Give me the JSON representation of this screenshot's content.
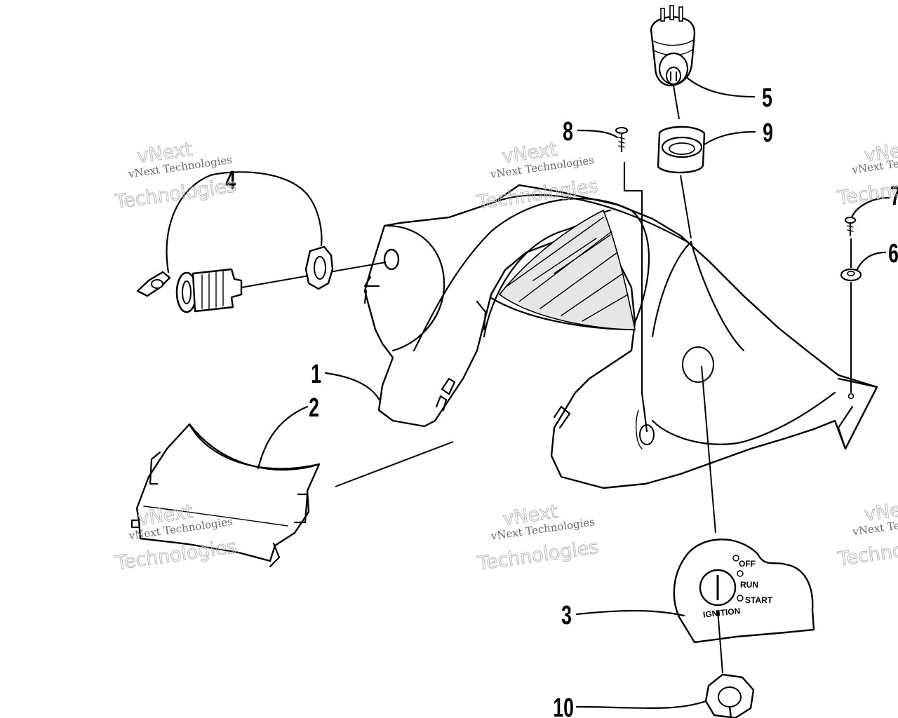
{
  "diagram": {
    "callouts": [
      {
        "id": "1",
        "label": "1"
      },
      {
        "id": "2",
        "label": "2"
      },
      {
        "id": "3",
        "label": "3"
      },
      {
        "id": "4",
        "label": "4"
      },
      {
        "id": "5",
        "label": "5"
      },
      {
        "id": "6",
        "label": "6"
      },
      {
        "id": "7",
        "label": "7"
      },
      {
        "id": "8",
        "label": "8"
      },
      {
        "id": "9",
        "label": "9"
      },
      {
        "id": "10",
        "label": "10"
      }
    ],
    "ignition_plate": {
      "off": "OFF",
      "run": "RUN",
      "start": "START",
      "ignition": "IGNITION"
    }
  },
  "watermark": {
    "small": "vNext Technologies",
    "large_top": "vNext",
    "large_bottom": "Technologies"
  }
}
